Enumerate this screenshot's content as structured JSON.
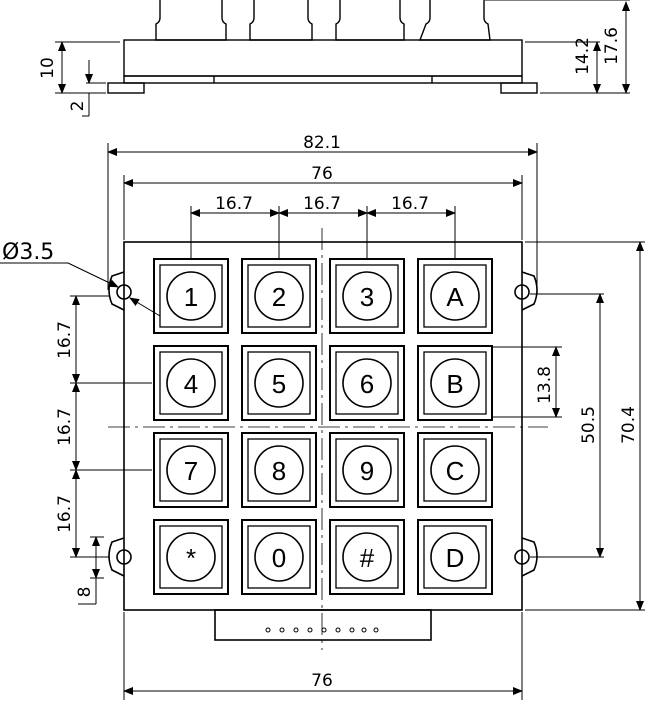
{
  "dimensions": {
    "overall_width": "82.1",
    "body_width": "76",
    "key_pitch_1": "16.7",
    "key_pitch_2": "16.7",
    "key_pitch_3": "16.7",
    "hole_diameter": "Ø3.5",
    "left_pitch_1": "16.7",
    "left_pitch_2": "16.7",
    "left_pitch_3": "16.7",
    "hole_offset": "8",
    "key_size": "13.8",
    "hole_spacing": "50.5",
    "overall_height": "70.4",
    "bottom_width": "76",
    "side_height_1": "14.2",
    "side_height_2": "17.6",
    "side_thickness": "10",
    "flange_thickness": "2"
  },
  "keys": [
    {
      "label": "1"
    },
    {
      "label": "2"
    },
    {
      "label": "3"
    },
    {
      "label": "A"
    },
    {
      "label": "4"
    },
    {
      "label": "5"
    },
    {
      "label": "6"
    },
    {
      "label": "B"
    },
    {
      "label": "7"
    },
    {
      "label": "8"
    },
    {
      "label": "9"
    },
    {
      "label": "C"
    },
    {
      "label": "*"
    },
    {
      "label": "0"
    },
    {
      "label": "#"
    },
    {
      "label": "D"
    }
  ]
}
